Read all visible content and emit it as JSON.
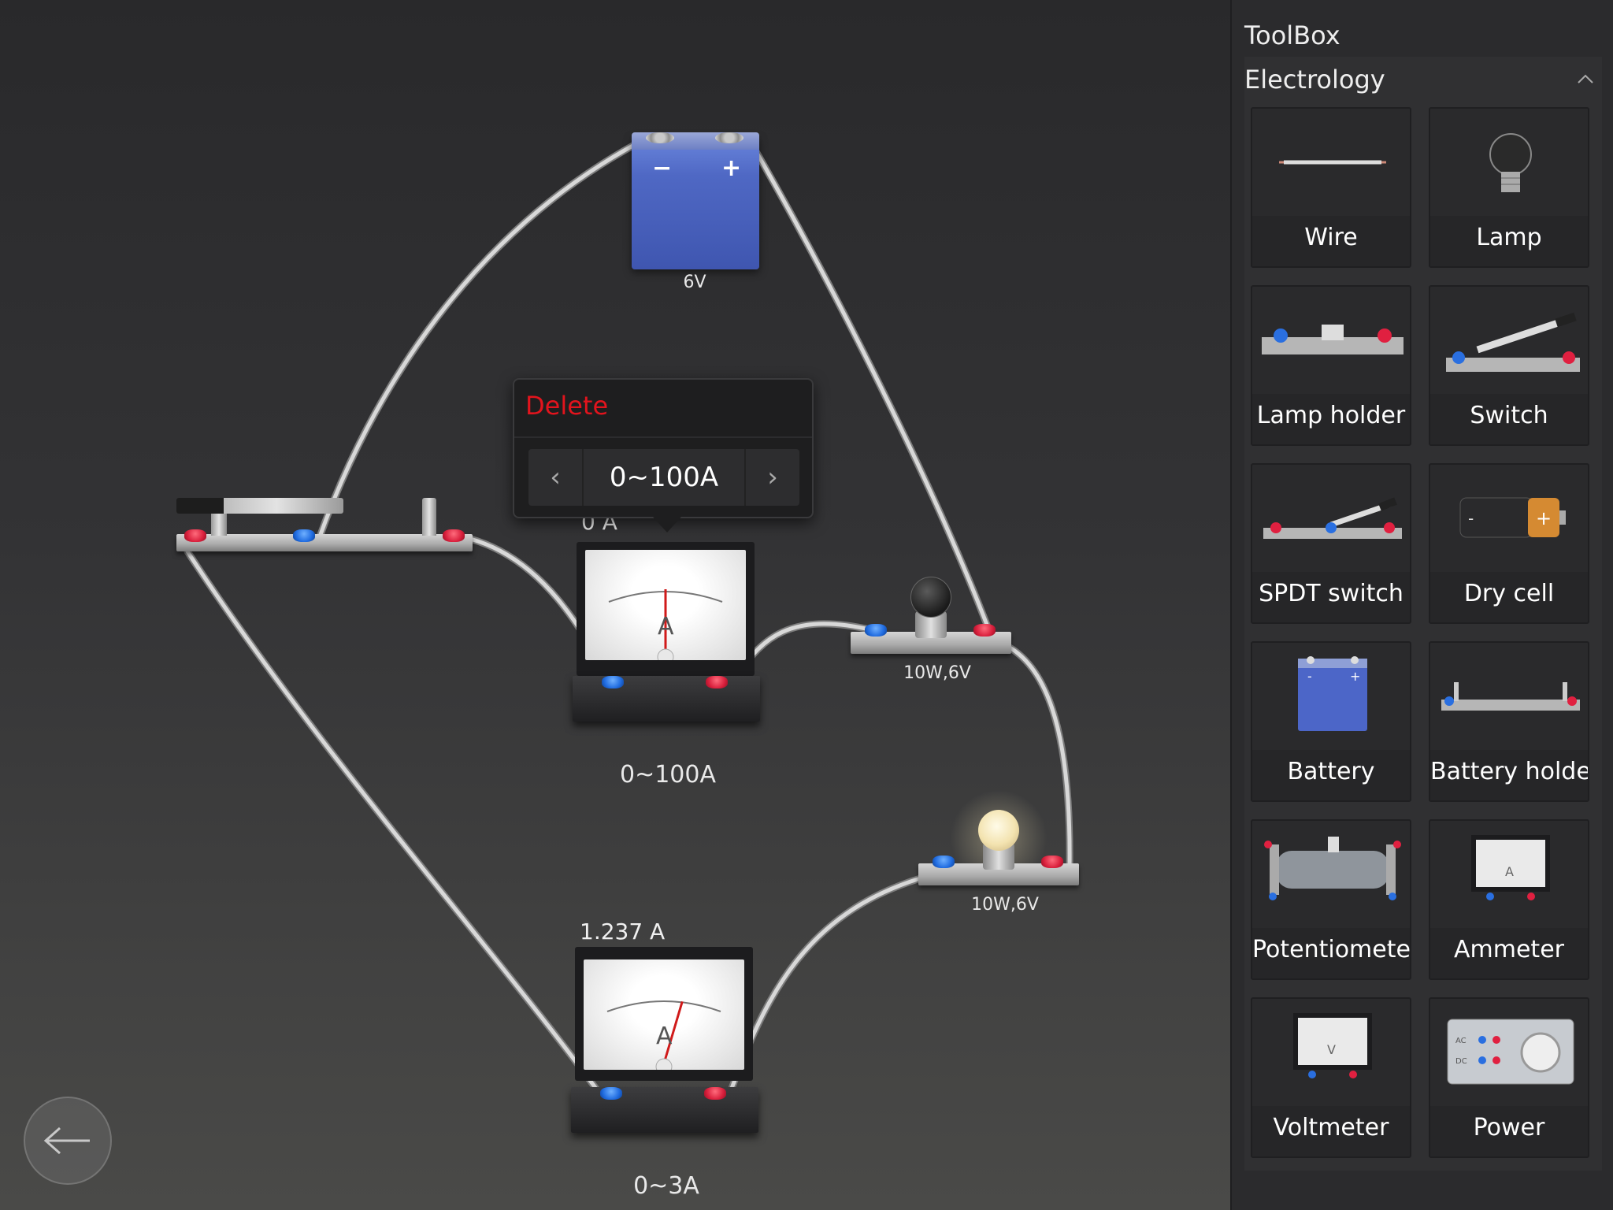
{
  "canvas": {
    "battery": {
      "label": "6V",
      "minus": "−",
      "plus": "+"
    },
    "lamp_top": {
      "label": "10W,6V"
    },
    "lamp_bottom": {
      "label": "10W,6V"
    },
    "ammeter_top": {
      "reading": "0 A",
      "range": "0~100A",
      "letter": "A",
      "needle_deflection": 0
    },
    "ammeter_bottom": {
      "reading": "1.237 A",
      "range": "0~3A",
      "letter": "A",
      "needle_deflection": 0.412
    }
  },
  "popup": {
    "delete_label": "Delete",
    "range_value": "0~100A",
    "prev_label": "‹",
    "next_label": "›"
  },
  "back_button": {
    "icon": "arrow-left-icon"
  },
  "toolbox": {
    "title": "ToolBox",
    "category": "Electrology",
    "tools": [
      {
        "label": "Wire",
        "icon": "wire-icon"
      },
      {
        "label": "Lamp",
        "icon": "lamp-icon"
      },
      {
        "label": "Lamp holder",
        "icon": "lamp-holder-icon"
      },
      {
        "label": "Switch",
        "icon": "switch-icon"
      },
      {
        "label": "SPDT switch",
        "icon": "spdt-switch-icon"
      },
      {
        "label": "Dry cell",
        "icon": "dry-cell-icon"
      },
      {
        "label": "Battery",
        "icon": "battery-icon"
      },
      {
        "label": "Battery holde",
        "icon": "battery-holder-icon"
      },
      {
        "label": "Potentiomete",
        "icon": "potentiometer-icon"
      },
      {
        "label": "Ammeter",
        "icon": "ammeter-icon"
      },
      {
        "label": "Voltmeter",
        "icon": "voltmeter-icon"
      },
      {
        "label": "Power",
        "icon": "power-supply-icon"
      }
    ],
    "ammeter_letter": "A",
    "voltmeter_letter": "V",
    "power_ac": "AC",
    "power_dc": "DC"
  }
}
